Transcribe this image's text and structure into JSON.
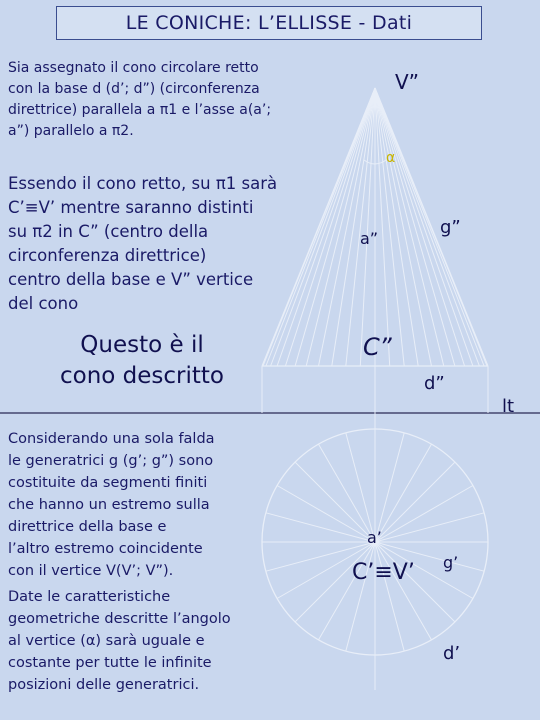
{
  "title": "LE CONICHE: L’ELLISSE - Dati",
  "paragraphs": {
    "p1": "Sia assegnato il cono circolare retto\ncon la base d (d’; d”) (circonferenza\ndirettrice) parallela a π1 e l’asse a(a’;\na”) parallelo a π2.",
    "p2": "Essendo il cono retto, su π1 sarà\nC’≡V’ mentre saranno distinti\nsu π2 in C” (centro della\ncirconferenza direttrice)\ncentro della base e V” vertice\ndel cono",
    "p3": "Questo è il\ncono descritto",
    "p4": "Considerando una sola falda\nle generatrici g (g’; g”) sono\ncostituite da segmenti finiti\nche hanno  un estremo sulla\ndirettrice della base e\nl’altro estremo coincidente\ncon il vertice V(V’; V”).",
    "p5": "Date le caratteristiche\ngeometriche descritte l’angolo\nal vertice (α) sarà uguale e\ncostante per tutte le infinite\nposizioni delle generatrici."
  },
  "labels": {
    "v2": "V”",
    "alpha": "α",
    "g2": "g”",
    "a2": "a”",
    "c2": "C”",
    "d2": "d”",
    "lt": "lt",
    "a1": "a’",
    "cv1": "C’≡V’",
    "g1": "g’",
    "d1": "d’"
  },
  "diagram": {
    "generatrix_count": 24,
    "colors": {
      "lines": "#e8eef8",
      "text": "#1a1a66",
      "axis": "#5a6a9a"
    }
  }
}
